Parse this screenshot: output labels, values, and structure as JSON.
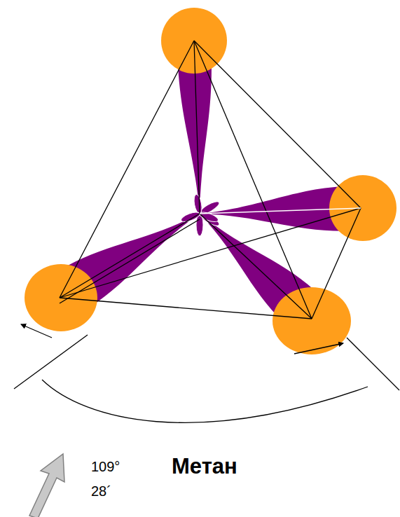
{
  "diagram": {
    "labels": [
      "109°",
      "28´",
      "Метан"
    ]
  }
}
